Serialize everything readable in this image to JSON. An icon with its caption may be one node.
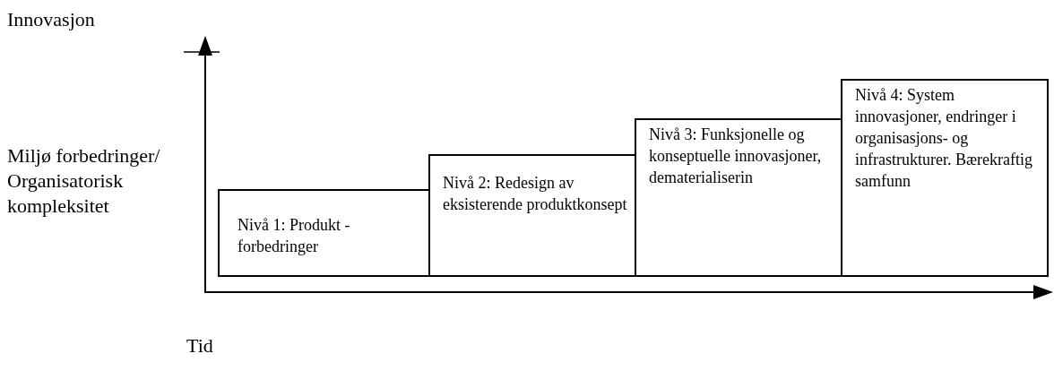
{
  "diagram": {
    "nodes": [
      {
        "text": [
          "Nivå 1: Produkt - forbedringer"
        ]
      },
      {
        "text": [
          "Nivå 2: Redesign av eksisterende produktkonsept"
        ]
      },
      {
        "text": [
          "Nivå 3: Funksjonelle og konseptuelle innovasjoner, dematerialiserin"
        ]
      },
      {
        "text": [
          "Nivå 4: System innovasjoner, endringer i organisasjons- og infrastrukturer. Bærekraftig samfunn"
        ]
      }
    ],
    "labels": [
      "Innovasjon",
      "Miljø forbedringer/ Organisatorisk kompleksitet",
      "Tid"
    ]
  }
}
